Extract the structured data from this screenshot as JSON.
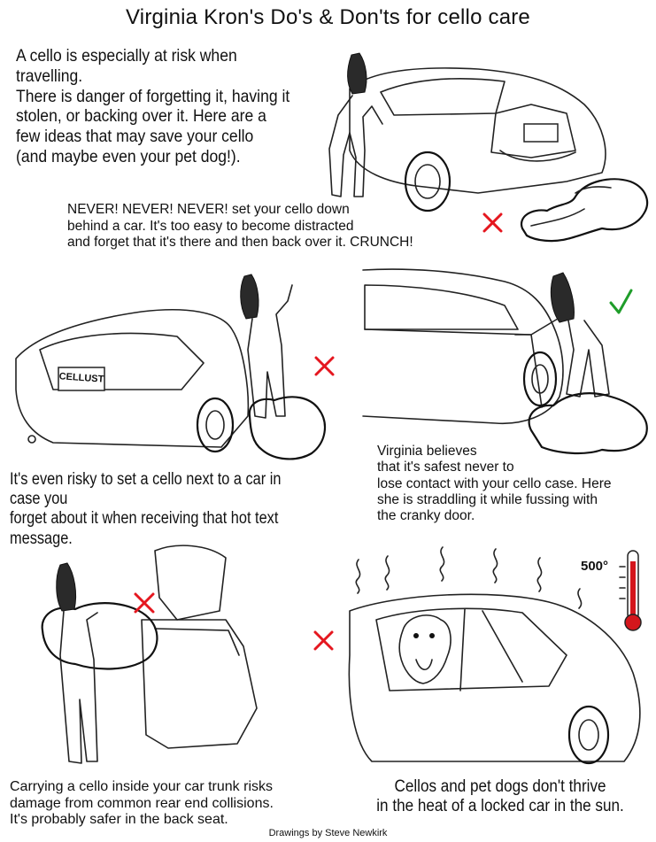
{
  "title": "Virginia Kron's Do's & Don'ts for cello care",
  "intro": "A cello is especially at risk when travelling.\nThere is danger of forgetting it,  having it\nstolen, or backing over it.   Here are a\nfew ideas that may save your cello\n(and maybe even your pet dog!).",
  "panels": [
    {
      "caption": "NEVER! NEVER! NEVER! set your cello down\nbehind a car.  It's too easy to become distracted\nand forget that it's there and then back over it.  CRUNCH!",
      "mark": "x"
    },
    {
      "caption": "It's even risky to set a cello next to a car in case you\nforget about it when receiving that hot text message.",
      "mark": "x",
      "plate": "CELLUST"
    },
    {
      "caption": "Virginia believes\nthat it's safest never to\nlose contact with your cello case.  Here\nshe is straddling it while fussing with\nthe cranky door.",
      "mark": "check"
    },
    {
      "caption": "Carrying a cello inside your car trunk risks\ndamage from common rear end collisions.\nIt's probably safer in the back seat.",
      "mark": "x"
    },
    {
      "caption": "Cellos and pet dogs don't thrive\nin the heat of a locked car in the sun.",
      "mark": "x",
      "temperature": "500°"
    }
  ],
  "credit": "Drawings by Steve Newkirk",
  "colors": {
    "cross": "#e5171f",
    "check": "#1f9d2a",
    "thermometer": "#d4161c"
  }
}
